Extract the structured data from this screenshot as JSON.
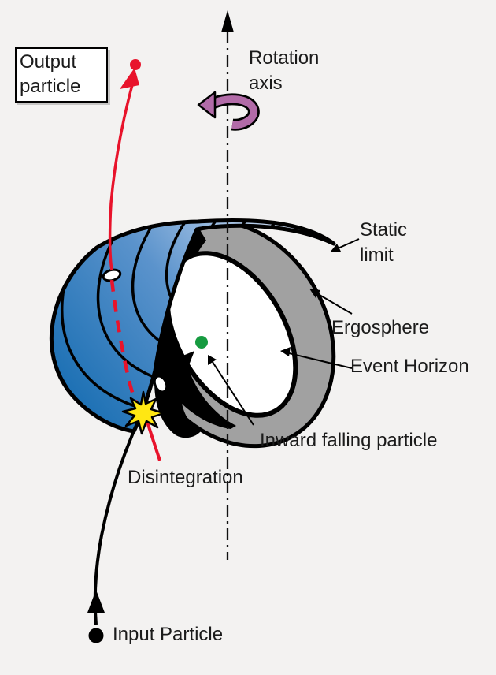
{
  "figure": {
    "background_color": "#f3f2f1",
    "labels": {
      "output_particle_line1": "Output",
      "output_particle_line2": "particle",
      "rotation_axis_line1": "Rotation",
      "rotation_axis_line2": "axis",
      "static_limit_line1": "Static",
      "static_limit_line2": "limit",
      "ergosphere": "Ergosphere",
      "event_horizon": "Event Horizon",
      "inward_falling_particle": "Inward falling particle",
      "disintegration": "Disintegration",
      "input_particle": "Input Particle"
    },
    "colors": {
      "shell_dark_blue": "#1a6fb3",
      "shell_mid_blue": "#5b93cc",
      "shell_light_blue": "#dde6f6",
      "ergosphere_gray": "#a1a1a1",
      "event_horizon_white": "#ffffff",
      "interior_black": "#000000",
      "trajectory_red": "#e8132b",
      "rotation_arrow_purple": "#b26ba8",
      "inward_particle_green": "#169b40",
      "disintegration_yellow": "#ffe713"
    },
    "icons": {
      "axis_arrow": "up-arrow-icon",
      "rotation_direction": "rotation-direction-arrow-icon",
      "particles": [
        "output-particle-dot",
        "input-particle-dot",
        "inward-falling-particle-dot"
      ]
    }
  }
}
